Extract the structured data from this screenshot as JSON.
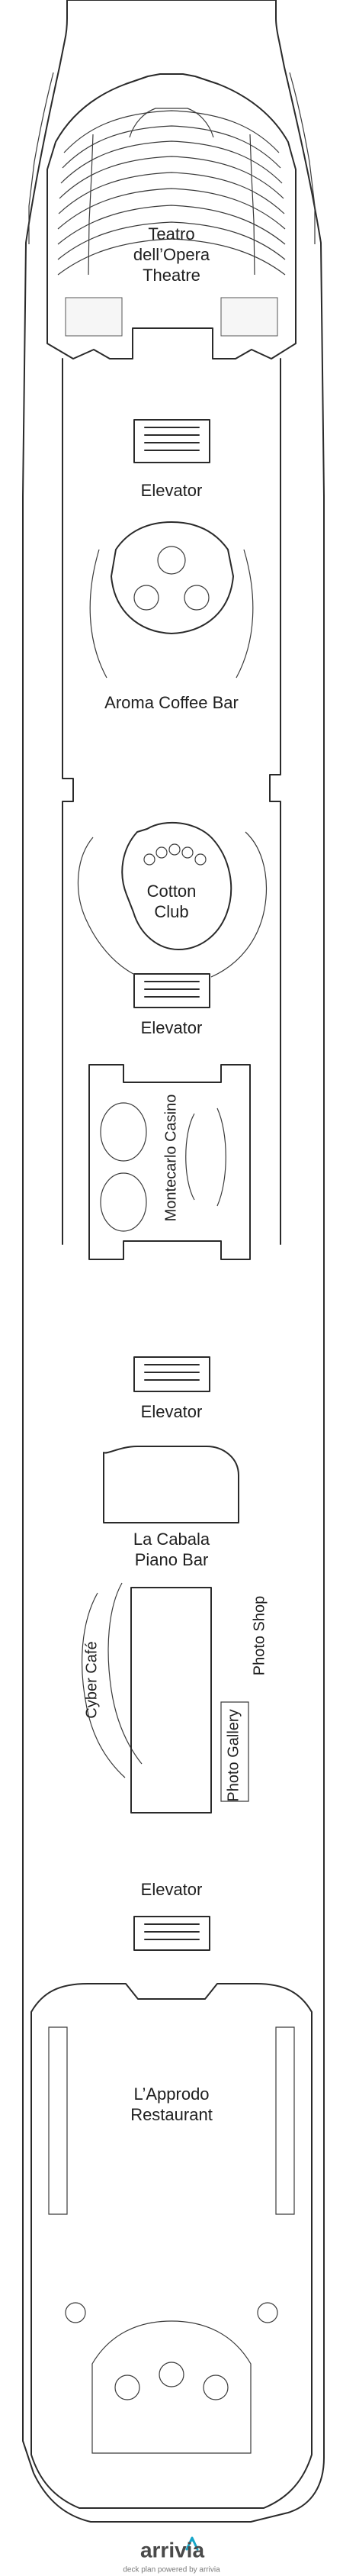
{
  "deck_plan": {
    "labels": {
      "theatre_1": "Teatro",
      "theatre_2": "dell’Opera",
      "theatre_3": "Theatre",
      "elevator_1": "Elevator",
      "aroma": "Aroma Coffee Bar",
      "cotton_1": "Cotton",
      "cotton_2": "Club",
      "elevator_2": "Elevator",
      "casino": "Montecarlo Casino",
      "elevator_3": "Elevator",
      "cabala_1": "La Cabala",
      "cabala_2": "Piano Bar",
      "photo_shop": "Photo Shop",
      "cyber_cafe": "Cyber Café",
      "photo_gallery": "Photo Gallery",
      "elevator_4": "Elevator",
      "restaurant_1": "L’Approdo",
      "restaurant_2": "Restaurant"
    }
  },
  "brand": {
    "logo": "arrivia",
    "footer": "deck plan powered by arrivia",
    "accent": "#17a6c8"
  },
  "icons": {
    "logo_mark": "arrivia-logo-icon"
  }
}
